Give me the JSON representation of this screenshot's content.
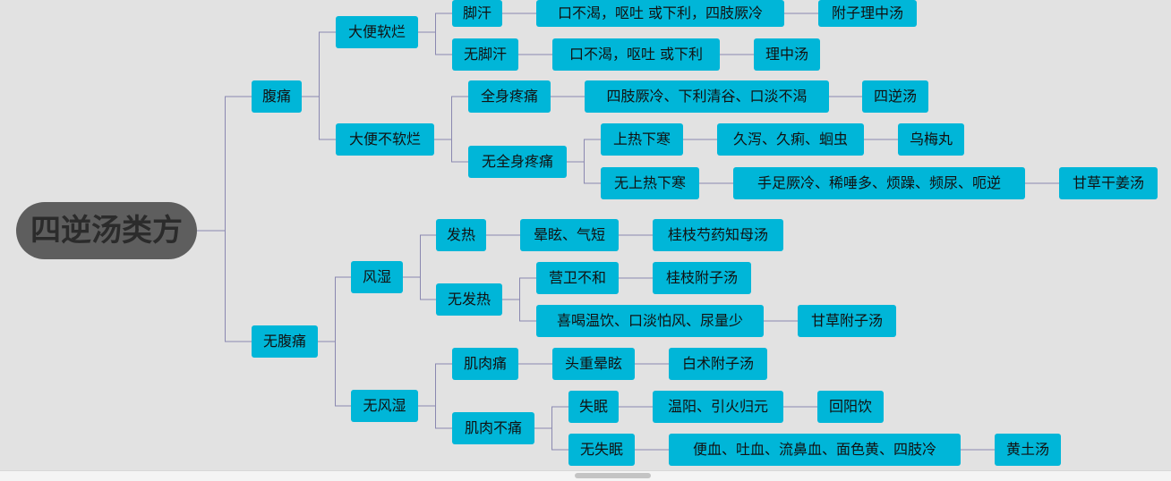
{
  "colors": {
    "background": "#e2e2e2",
    "node": "#00b6d8",
    "root": "#5e5e5e",
    "link": "#8a88b0"
  },
  "root": {
    "label": "四逆汤类方"
  },
  "branches": {
    "abdominal_pain": {
      "label": "腹痛",
      "loose_stool": {
        "label": "大便软烂",
        "foot_sweat": {
          "label": "脚汗",
          "symptom": "口不渴，呕吐 或下利，四肢厥冷",
          "formula": "附子理中汤"
        },
        "no_foot_sweat": {
          "label": "无脚汗",
          "symptom": "口不渴，呕吐 或下利",
          "formula": "理中汤"
        }
      },
      "not_loose_stool": {
        "label": "大便不软烂",
        "body_pain": {
          "label": "全身疼痛",
          "symptom": "四肢厥冷、下利清谷、口淡不渴",
          "formula": "四逆汤"
        },
        "no_body_pain": {
          "label": "无全身疼痛",
          "upper_heat": {
            "label": "上热下寒",
            "symptom": "久泻、久痢、蛔虫",
            "formula": "乌梅丸"
          },
          "no_upper_heat": {
            "label": "无上热下寒",
            "symptom": "手足厥冷、稀唾多、烦躁、频尿、呃逆",
            "formula": "甘草干姜汤"
          }
        }
      }
    },
    "no_abdominal_pain": {
      "label": "无腹痛",
      "wind_damp": {
        "label": "风湿",
        "fever": {
          "label": "发热",
          "symptom": "晕眩、气短",
          "formula": "桂枝芍药知母汤"
        },
        "no_fever": {
          "label": "无发热",
          "ying_wei": {
            "symptom": "营卫不和",
            "formula": "桂枝附子汤"
          },
          "warm_drink": {
            "symptom": "喜喝温饮、口淡怕风、尿量少",
            "formula": "甘草附子汤"
          }
        }
      },
      "no_wind_damp": {
        "label": "无风湿",
        "muscle_pain": {
          "label": "肌肉痛",
          "symptom": "头重晕眩",
          "formula": "白术附子汤"
        },
        "no_muscle_pain": {
          "label": "肌肉不痛",
          "insomnia": {
            "label": "失眠",
            "symptom": "温阳、引火归元",
            "formula": "回阳饮"
          },
          "no_insomnia": {
            "label": "无失眠",
            "symptom": "便血、吐血、流鼻血、面色黄、四肢冷",
            "formula": "黄土汤"
          }
        }
      }
    }
  }
}
